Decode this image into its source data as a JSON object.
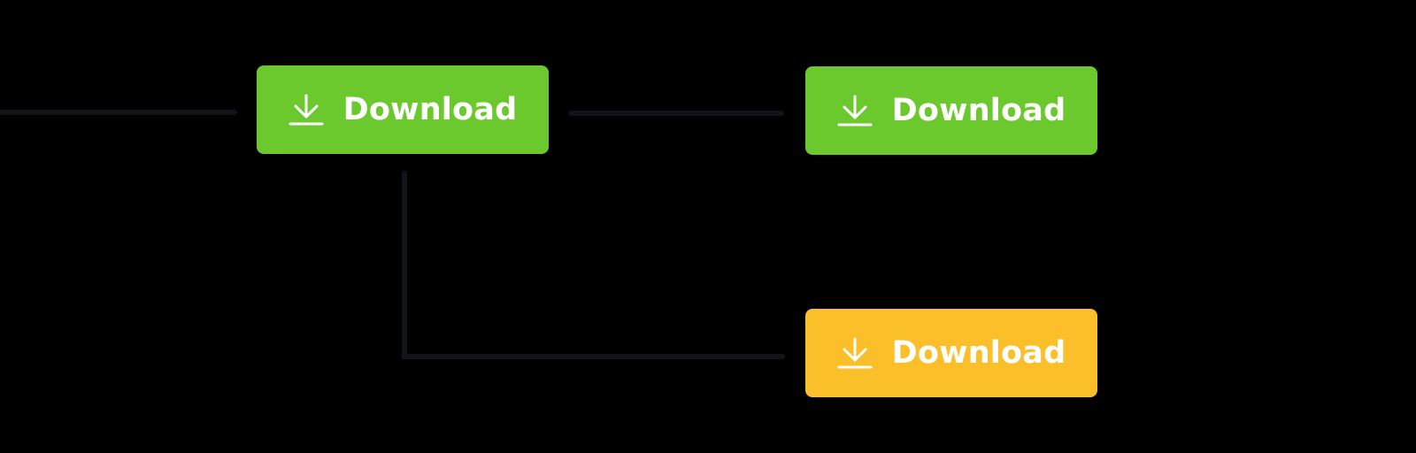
{
  "colors": {
    "background": "#000000",
    "connector": "#111519",
    "primary": "#6bc92e",
    "warning": "#fbbf2a",
    "label": "#ffffff"
  },
  "buttons": [
    {
      "label": "Download",
      "variant": "primary",
      "icon": "download-icon",
      "color": "#6bc92e"
    },
    {
      "label": "Download",
      "variant": "primary",
      "icon": "download-icon",
      "color": "#6bc92e"
    },
    {
      "label": "Download",
      "variant": "warning",
      "icon": "download-icon",
      "color": "#fbbf2a"
    }
  ]
}
